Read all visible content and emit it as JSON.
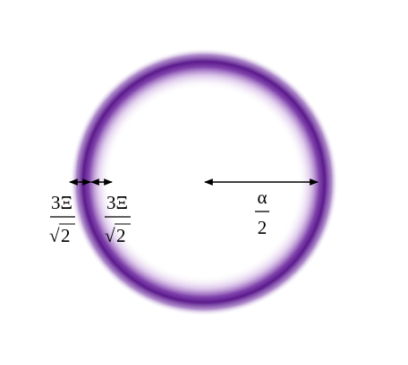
{
  "diagram": {
    "ring_color": "#5b1a8c",
    "labels": {
      "left_width": {
        "numerator": "3Ξ",
        "denominator": "2",
        "radical": "√"
      },
      "right_width": {
        "numerator": "3Ξ",
        "denominator": "2",
        "radical": "√"
      },
      "radius": {
        "numerator": "α",
        "denominator": "2"
      }
    }
  }
}
